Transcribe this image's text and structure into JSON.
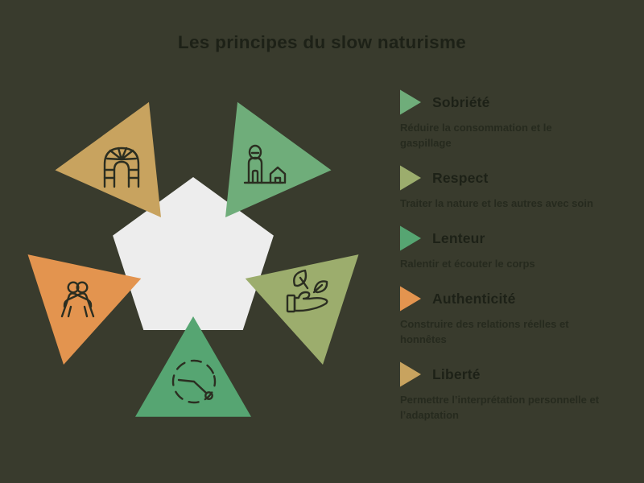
{
  "title": "Les principes du slow naturisme",
  "colors": {
    "background": "#393b2d",
    "title_text": "#1d2117",
    "body_text": "#262a1e",
    "pentagon": "#ededed",
    "icon_stroke": "#2b2e21"
  },
  "principles": [
    {
      "label": "Sobriété",
      "description": "Réduire la consommation et le gaspillage",
      "color": "#6fad7a",
      "icon": "person-house-icon"
    },
    {
      "label": "Respect",
      "description": "Traiter la nature et les autres avec soin",
      "color": "#9cad6d",
      "icon": "hand-leaves-icon"
    },
    {
      "label": "Lenteur",
      "description": "Ralentir et écouter le corps",
      "color": "#56a572",
      "icon": "slow-clock-icon"
    },
    {
      "label": "Authenticité",
      "description": "Construire des relations réelles et honnêtes",
      "color": "#e3944f",
      "icon": "embrace-icon"
    },
    {
      "label": "Liberté",
      "description": "Permettre l’interprétation personnelle et l’adaptation",
      "color": "#c8a35f",
      "icon": "arch-window-icon"
    }
  ]
}
